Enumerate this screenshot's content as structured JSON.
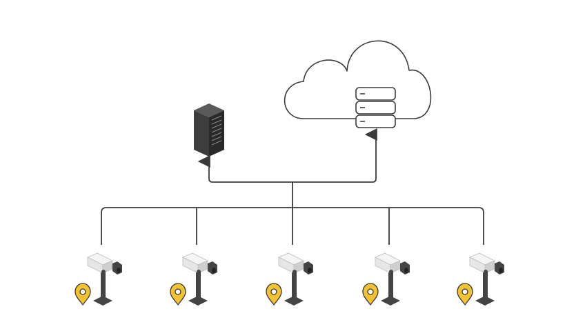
{
  "diagram": {
    "nodes": {
      "cloud": {
        "icon": "cloud-icon",
        "contains": "cloud-storage-stack-icon"
      },
      "server": {
        "icon": "server-rack-icon"
      }
    },
    "cameras": [
      {
        "id": "camera-1",
        "icon": "security-camera-icon",
        "marker": "location-pin-icon"
      },
      {
        "id": "camera-2",
        "icon": "security-camera-icon",
        "marker": "location-pin-icon"
      },
      {
        "id": "camera-3",
        "icon": "security-camera-icon",
        "marker": "location-pin-icon"
      },
      {
        "id": "camera-4",
        "icon": "security-camera-icon",
        "marker": "location-pin-icon"
      },
      {
        "id": "camera-5",
        "icon": "security-camera-icon",
        "marker": "location-pin-icon"
      }
    ],
    "colors": {
      "line": "#3a3a3a",
      "pin": "#f2c230",
      "pin_stroke": "#3a3a3a",
      "server_dark": "#3d3d3d",
      "server_side": "#2a2a2a",
      "camera_body": "#e6e6e6",
      "camera_dark": "#444444"
    }
  }
}
